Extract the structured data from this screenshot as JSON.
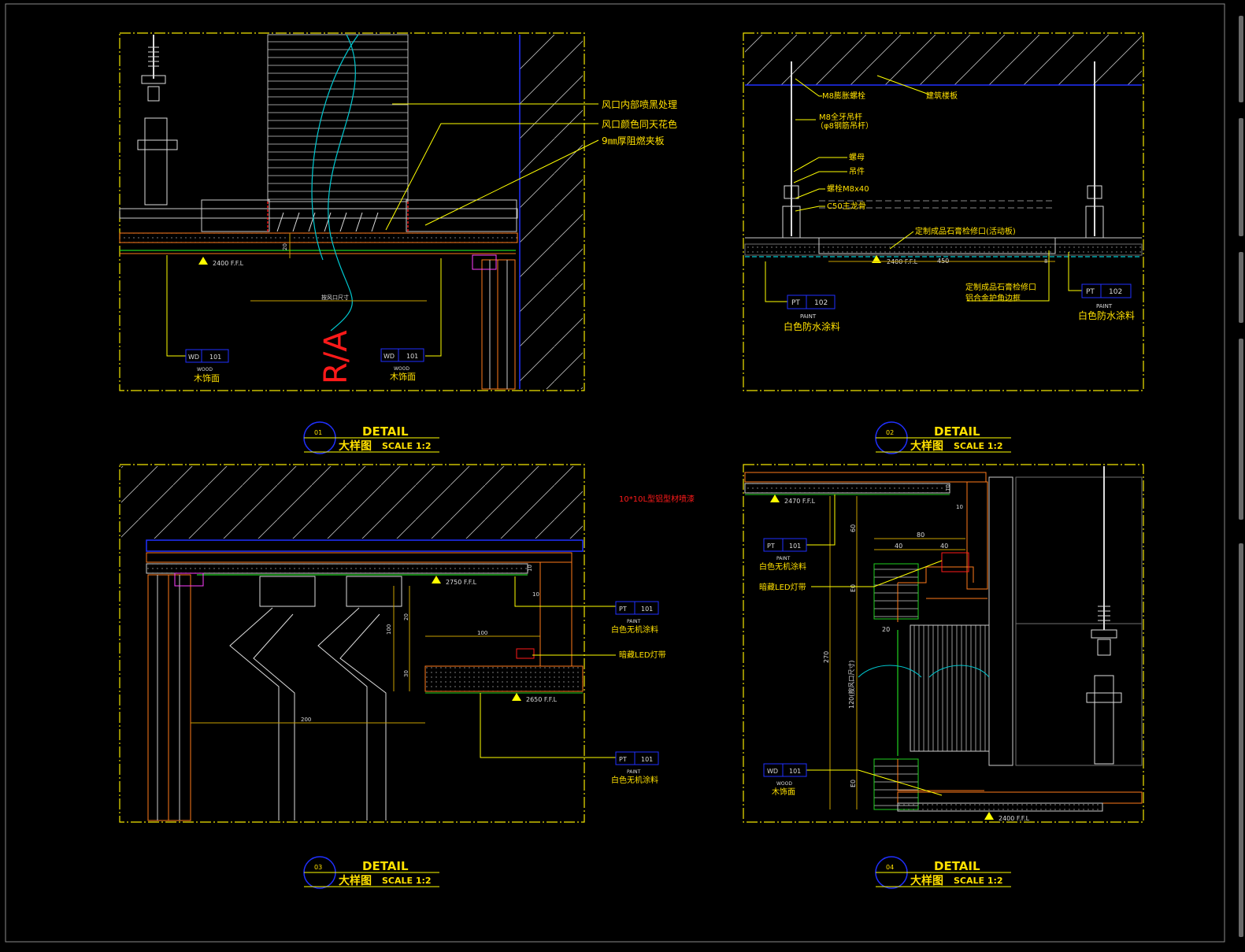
{
  "colors": {
    "bg": "#000000",
    "frame": "#f2e600",
    "yellow": "#ffff00",
    "white": "#ffffff",
    "cyan": "#00c8d0",
    "blue": "#2030ff",
    "orange": "#ff7a1a",
    "green": "#20d020",
    "red": "#ff1a1a",
    "magenta": "#ff40ff",
    "dim": "#6f6f6f",
    "label": "#ffe000"
  },
  "titles": [
    {
      "num": "01",
      "detail": "DETAIL",
      "cn": "大样图",
      "scale": "SCALE  1:2"
    },
    {
      "num": "02",
      "detail": "DETAIL",
      "cn": "大样图",
      "scale": "SCALE  1:2"
    },
    {
      "num": "03",
      "detail": "DETAIL",
      "cn": "大样图",
      "scale": "SCALE  1:2"
    },
    {
      "num": "04",
      "detail": "DETAIL",
      "cn": "大样图",
      "scale": "SCALE  1:2"
    }
  ],
  "p1": {
    "notes": [
      "风口内部喷黑处理",
      "风口颜色同天花色",
      "9㎜厚阻燃夹板"
    ],
    "level": "2400 F.F.L",
    "dim20": "20",
    "dimw": "按风口尺寸",
    "tags": [
      {
        "code": "WD",
        "num": "101",
        "type": "WOOD",
        "name": "木饰面"
      },
      {
        "code": "WD",
        "num": "101",
        "type": "WOOD",
        "name": "木饰面"
      }
    ],
    "ra": "R/A"
  },
  "p2": {
    "notes": [
      "M8膨胀螺栓",
      "M8全牙吊杆",
      "（φ8钢筋吊杆）",
      "螺母",
      "吊件",
      "螺栓M8x40",
      "C50主龙骨"
    ],
    "slab": "建筑楼板",
    "panel": "定制成品石膏检修口(活动板)",
    "frame_lines": [
      "定制成品石膏检修口",
      "铝合金护角边框"
    ],
    "level": "2400 F.F.L",
    "dim": "450",
    "dim8": "8",
    "tags": [
      {
        "code": "PT",
        "num": "102",
        "type": "PAINT",
        "name": "白色防水涂料"
      },
      {
        "code": "PT",
        "num": "102",
        "type": "PAINT",
        "name": "白色防水涂料"
      }
    ]
  },
  "p3": {
    "red_note": "10*10L型铝型材喷漆",
    "led": "暗藏LED灯带",
    "level1": "2750 F.F.L",
    "level2": "2650 F.F.L",
    "dims": {
      "d10a": "10",
      "d10b": "10",
      "d20": "20",
      "d100v": "100",
      "d30": "30",
      "d100h": "100",
      "d200": "200"
    },
    "tags": [
      {
        "code": "PT",
        "num": "101",
        "type": "PAINT",
        "name": "白色无机涂料"
      },
      {
        "code": "PT",
        "num": "101",
        "type": "PAINT",
        "name": "白色无机涂料"
      }
    ]
  },
  "p4": {
    "led": "暗藏LED灯带",
    "level1": "2470 F.F.L",
    "level2": "2400 F.F.L",
    "dims": {
      "d10a": "10",
      "d10b": "10",
      "d80": "80",
      "d40a": "40",
      "d40b": "40",
      "d60": "60",
      "dE0a": "E0",
      "d20": "20",
      "d270": "270",
      "d120": "120(按风口尺寸)",
      "dE0b": "E0"
    },
    "tags": [
      {
        "code": "PT",
        "num": "101",
        "type": "PAINT",
        "name": "白色无机涂料"
      },
      {
        "code": "WD",
        "num": "101",
        "type": "WOOD",
        "name": "木饰面"
      }
    ]
  }
}
